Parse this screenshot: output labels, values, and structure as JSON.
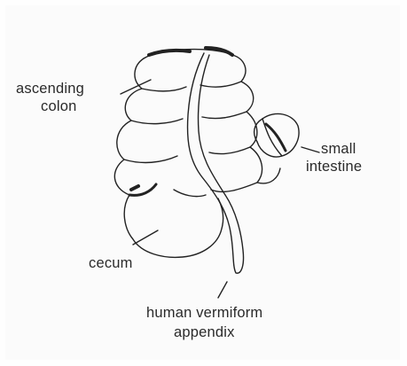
{
  "labels": {
    "ascending_colon_line1": "ascending",
    "ascending_colon_line2": "colon",
    "small_intestine_line1": "small",
    "small_intestine_line2": "intestine",
    "cecum": "cecum",
    "appendix_line1": "human vermiform",
    "appendix_line2": "appendix"
  },
  "colors": {
    "ink": "#222222",
    "paper": "#fbfbfb"
  }
}
